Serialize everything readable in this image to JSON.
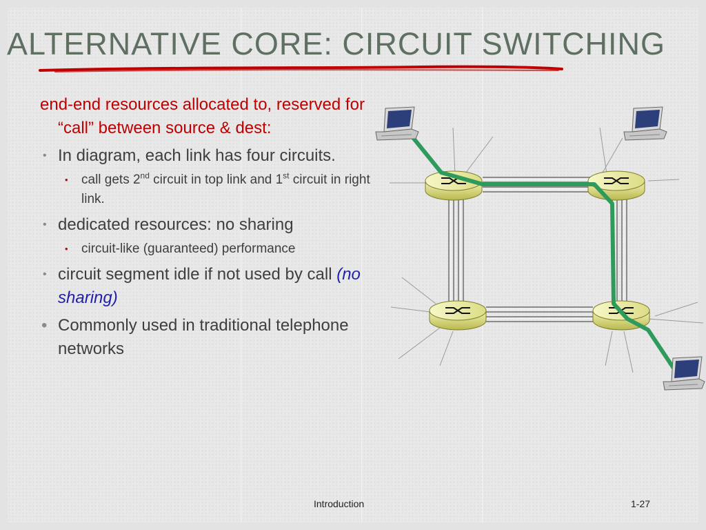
{
  "slide": {
    "title": "ALTERNATIVE CORE: CIRCUIT SWITCHING",
    "lead": "end-end resources allocated to, reserved for “call” between source & dest:",
    "bullets": {
      "b1": "In diagram, each link has four circuits.",
      "b1_sub_pre": "call gets 2",
      "b1_sub_sup1": "nd",
      "b1_sub_mid": " circuit in top link and 1",
      "b1_sub_sup2": "st",
      "b1_sub_post": " circuit in right link.",
      "b2": "dedicated resources: no sharing",
      "b2_sub": "circuit-like (guaranteed) performance",
      "b3_pre": "circuit segment idle if not used by call ",
      "b3_emph": "(no sharing)",
      "b4": "Commonly used in traditional telephone networks"
    },
    "bullet_glyph": "•",
    "footer_left": "Introduction",
    "footer_right": "1-27"
  },
  "colors": {
    "title": "#5f6f62",
    "lead_red": "#c00000",
    "emphasis_blue": "#1f1fa8",
    "circuit_green": "#2e9a5c",
    "router_yellow": "#e0e08a"
  },
  "icons": [
    "router-icon",
    "laptop-icon",
    "red-underline"
  ]
}
